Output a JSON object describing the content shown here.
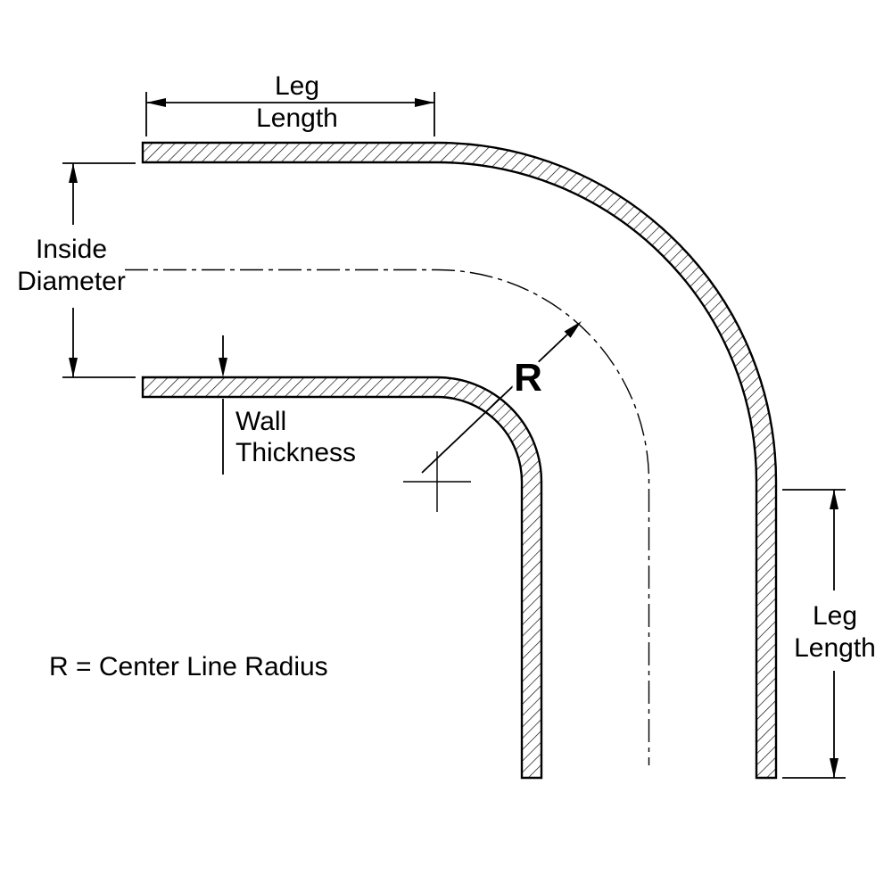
{
  "diagram": {
    "labels": {
      "top_leg_length": {
        "line1": "Leg",
        "line2": "Length"
      },
      "inside_diameter": {
        "line1": "Inside",
        "line2": "Diameter"
      },
      "wall_thickness": {
        "line1": "Wall",
        "line2": "Thickness"
      },
      "radius_symbol": "R",
      "radius_legend": "R = Center Line Radius",
      "right_leg_length": {
        "line1": "Leg",
        "line2": "Length"
      }
    },
    "colors": {
      "line": "#000000",
      "inside_diameter_text": "#ff0000",
      "background": "#ffffff"
    }
  }
}
